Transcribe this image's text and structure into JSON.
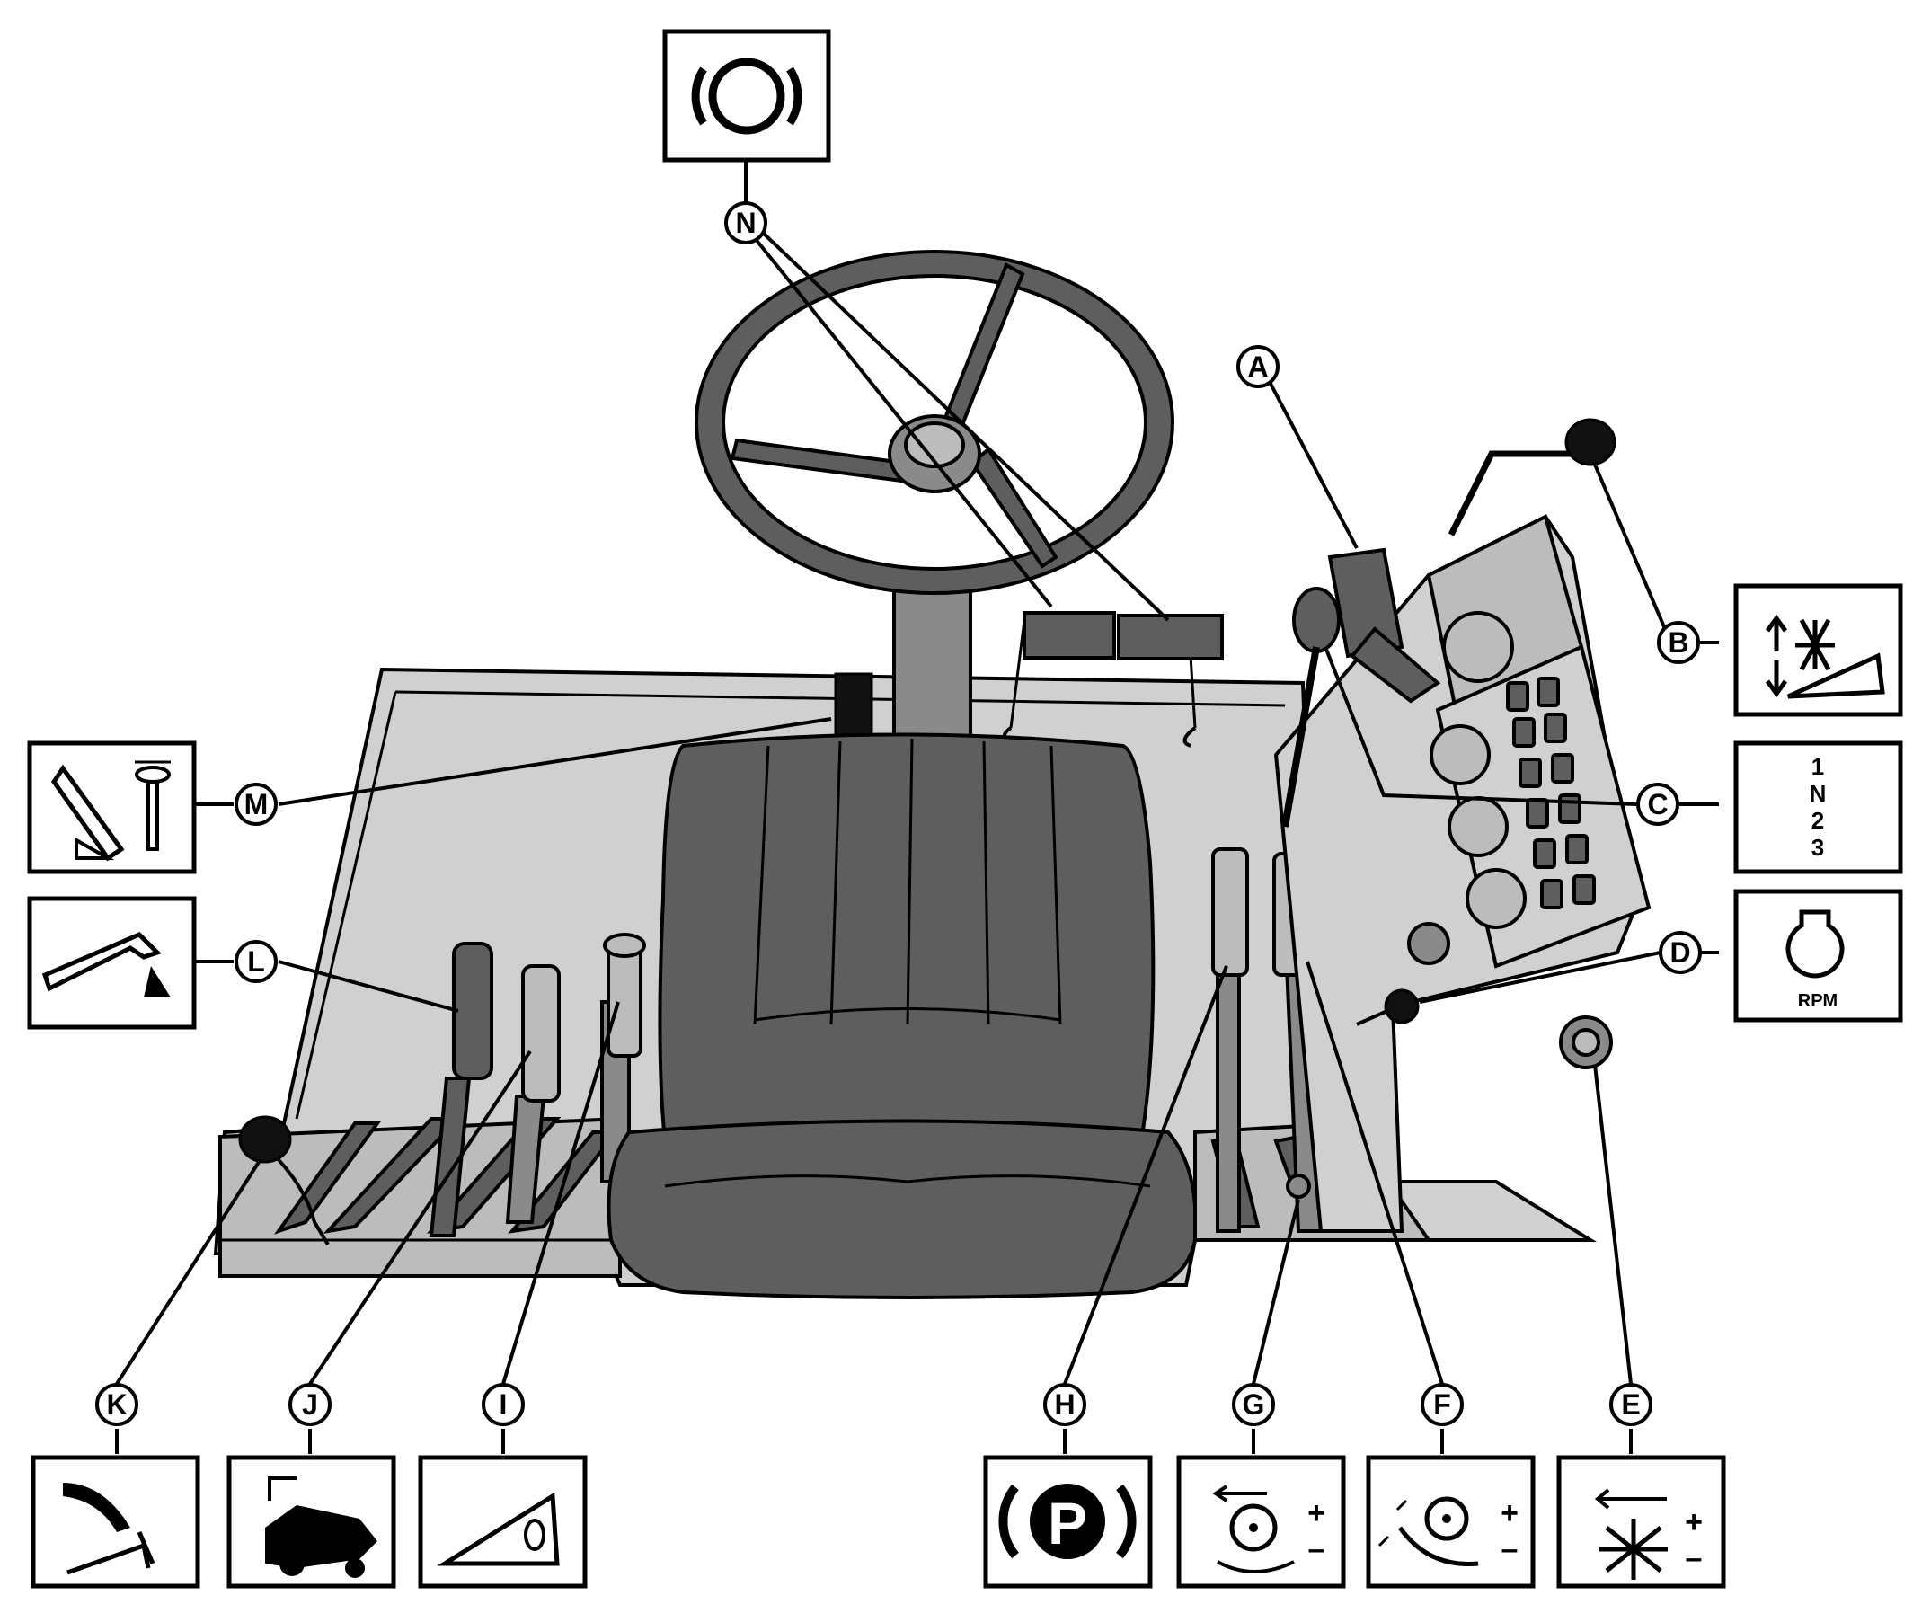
{
  "callouts": {
    "A": "A",
    "B": "B",
    "C": "C",
    "D": "D",
    "E": "E",
    "F": "F",
    "G": "G",
    "H": "H",
    "I": "I",
    "J": "J",
    "K": "K",
    "L": "L",
    "M": "M",
    "N": "N"
  },
  "symbols": {
    "C_gears": [
      "1",
      "N",
      "2",
      "3"
    ],
    "D_unit": "RPM",
    "H_letter": "P",
    "plus": "+",
    "minus": "–"
  },
  "icons": {
    "N": "brake-warning-icon",
    "B": "header-raise-lower-icon",
    "C": "gear-range-icon",
    "D": "engine-rpm-icon",
    "E": "fan-speed-icon",
    "F": "concave-clearance-icon",
    "G": "cylinder-speed-icon",
    "H": "parking-brake-icon",
    "I": "variable-speed-icon",
    "J": "unloader-auger-icon",
    "K": "unloader-swing-icon",
    "L": "reel-lift-icon",
    "M": "steering-column-tilt-icon"
  }
}
